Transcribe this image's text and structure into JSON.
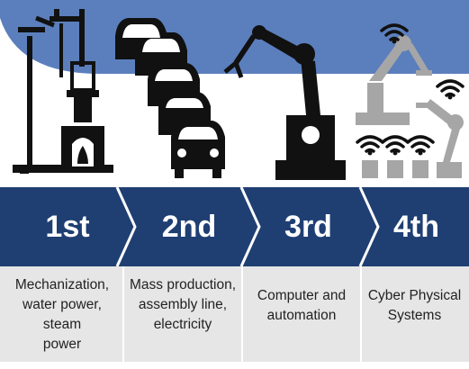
{
  "colors": {
    "top_band": "#5b7fbd",
    "arrow_band": "#1f3f73",
    "icon_dark": "#111111",
    "icon_gray": "#a6a6a6",
    "desc_bg": "#e6e6e6"
  },
  "stages": [
    {
      "label": "1st",
      "description": "Mechanization,\nwater power, steam\npower",
      "icon": "steam-engine-icon"
    },
    {
      "label": "2nd",
      "description": "Mass production,\nassembly line,\nelectricity",
      "icon": "assembly-line-cars-icon"
    },
    {
      "label": "3rd",
      "description": "Computer and\nautomation",
      "icon": "robot-arm-icon"
    },
    {
      "label": "4th",
      "description": "Cyber Physical\nSystems",
      "icon": "connected-robots-wifi-icon"
    }
  ]
}
